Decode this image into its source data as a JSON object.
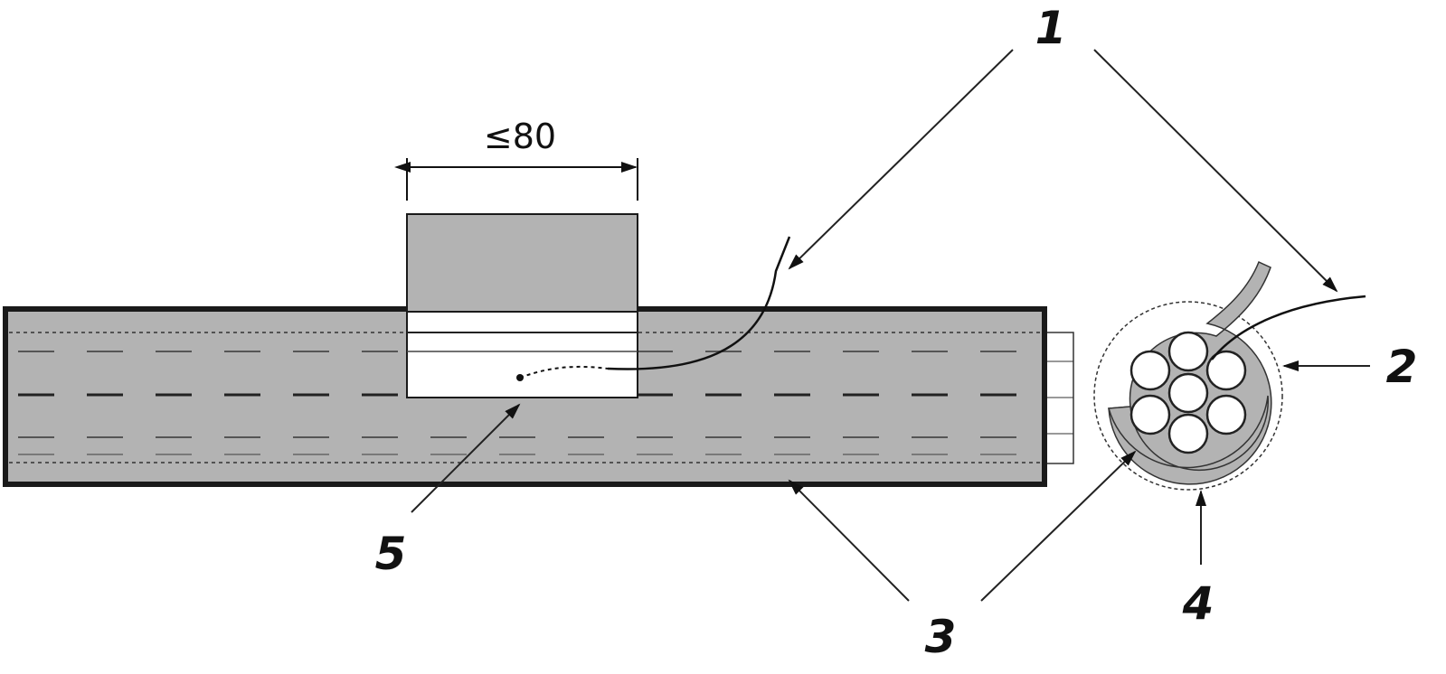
{
  "diagram": {
    "dimension_label": "≤80",
    "callouts": [
      {
        "id": "1",
        "text": "1"
      },
      {
        "id": "2",
        "text": "2"
      },
      {
        "id": "3",
        "text": "3"
      },
      {
        "id": "4",
        "text": "4"
      },
      {
        "id": "5",
        "text": "5"
      }
    ],
    "colors": {
      "fill_gray": "#b3b3b3",
      "outline": "#1a1a1a",
      "window": "#ffffff"
    }
  }
}
